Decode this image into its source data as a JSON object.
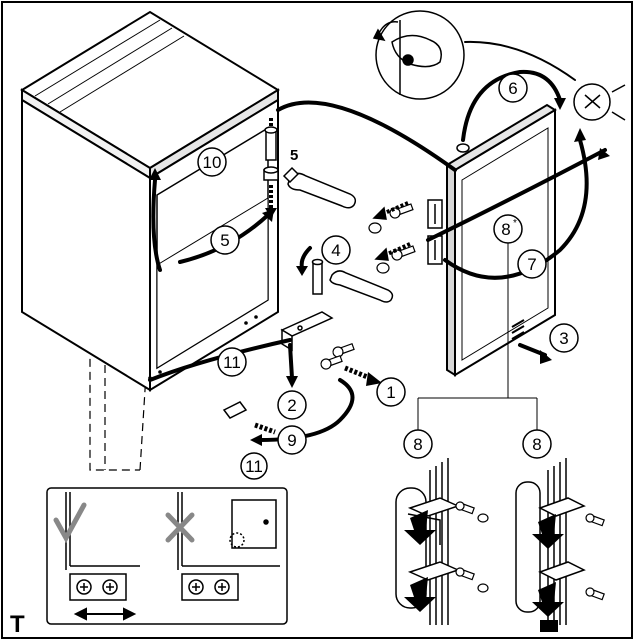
{
  "diagram": {
    "corner_label": "T",
    "wrench_label": "5",
    "callouts": {
      "step1": "1",
      "step2": "2",
      "step3": "3",
      "step4": "4",
      "step5": "5",
      "step6": "6",
      "step7": "7",
      "step8": "8",
      "step8_star": "*",
      "step8_left": "8",
      "step8_right": "8",
      "step9": "9",
      "step10": "10",
      "step11": "11",
      "step11_inset": "11"
    }
  }
}
